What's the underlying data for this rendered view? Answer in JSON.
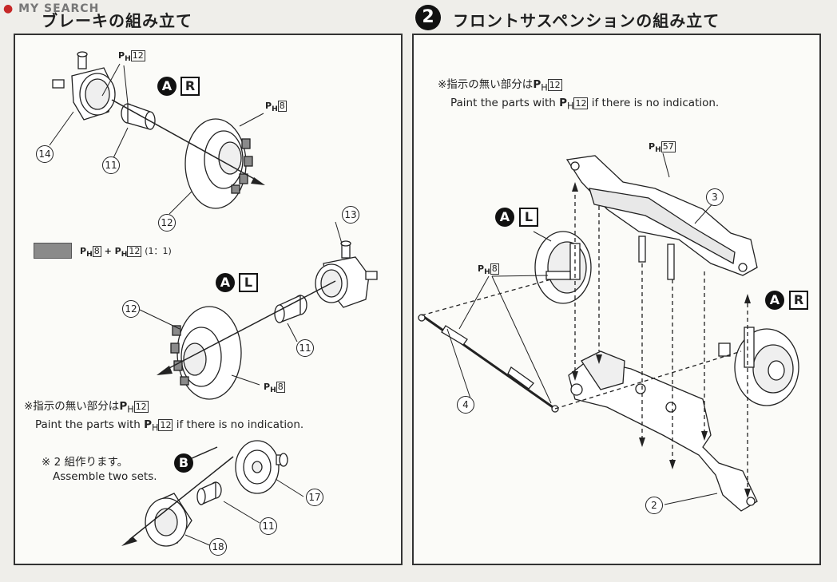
{
  "watermark": "MY SEARCH",
  "steps": [
    {
      "title": "ブレーキの組み立て",
      "sub_a_r": {
        "circle": "A",
        "box": "R"
      },
      "sub_a_l": {
        "circle": "A",
        "box": "L"
      },
      "sub_b": {
        "circle": "B"
      },
      "paint_p": "P",
      "paint_h": "H",
      "parts": [
        "14",
        "11",
        "12",
        "13",
        "12",
        "11",
        "17",
        "11",
        "18"
      ],
      "paint_codes": [
        "12",
        "8",
        "8",
        "12",
        "8"
      ],
      "mix": {
        "code1": "8",
        "code2": "12",
        "ratio": "(1：1)"
      },
      "note_jp": "※指示の無い部分は",
      "note_code": "12",
      "note_en_1": "Paint the parts with",
      "note_en_2": "if there is no indication.",
      "two_sets_jp": "※ 2 組作ります。",
      "two_sets_en": "Assemble two sets."
    },
    {
      "number": "2",
      "title": "フロントサスペンションの組み立て",
      "sub_a_l": {
        "circle": "A",
        "box": "L"
      },
      "sub_a_r": {
        "circle": "A",
        "box": "R"
      },
      "parts": [
        "3",
        "4",
        "2"
      ],
      "paint_codes": [
        "57",
        "8"
      ],
      "note_jp": "※指示の無い部分は",
      "note_code": "12",
      "note_en_1": "Paint the parts with",
      "note_en_2": "if there is no indication.",
      "colors": {
        "line": "#222222",
        "fill_light": "#ffffff",
        "shade": "#8a8a8a"
      }
    }
  ]
}
